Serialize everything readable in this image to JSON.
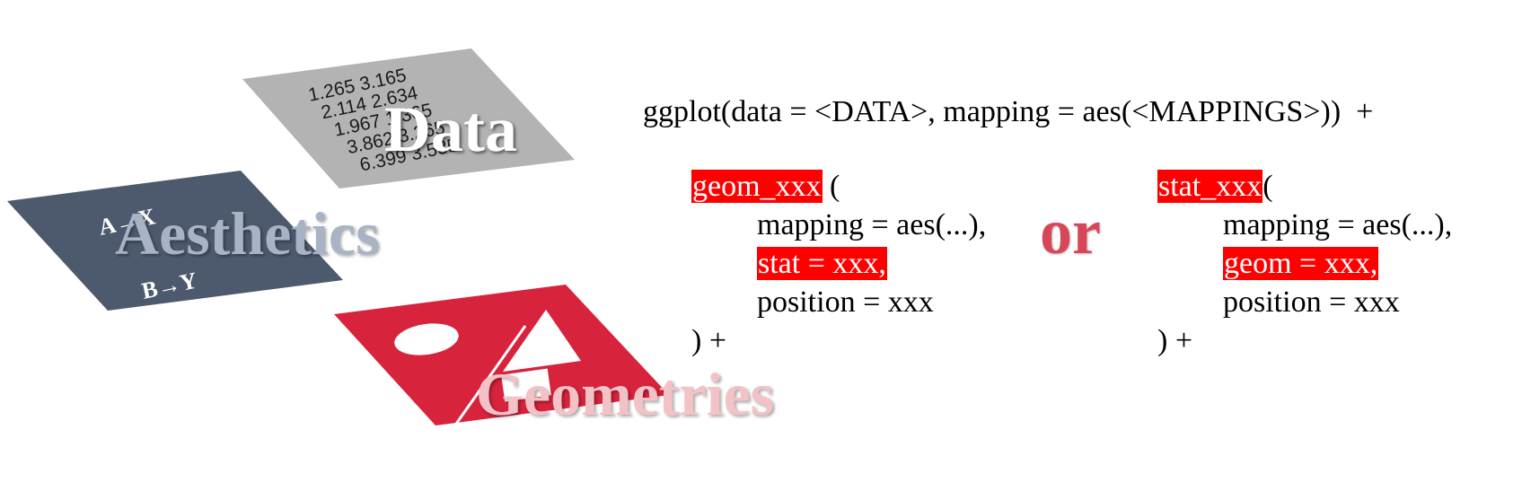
{
  "layers": {
    "data": {
      "label": "Data",
      "numbers": [
        "1.265 3.165",
        "2.114 2.634",
        "1.967 1.365",
        "3.862 3.265",
        "6.399 3.535"
      ]
    },
    "aesthetics": {
      "label": "Aesthetics",
      "mapping_a": "A→X",
      "mapping_b": "B→Y"
    },
    "geometries": {
      "label": "Geometries"
    }
  },
  "code": {
    "header": "ggplot(data = <DATA>, mapping = aes(<MAPPINGS>))  +",
    "left": {
      "fn": "geom_xxx",
      "open": " (",
      "mapping": "mapping = aes(...),",
      "highlight_arg": "stat = xxx,",
      "position": "position = xxx",
      "close": ") +"
    },
    "right": {
      "fn": "stat_xxx",
      "open": "(",
      "mapping": "mapping = aes(...),",
      "highlight_arg": "geom = xxx,",
      "position": "position = xxx",
      "close": ") +"
    },
    "or": "or"
  },
  "colors": {
    "data_layer": "#b3b3b3",
    "aesthetics_layer": "#4d5a6e",
    "geometries_layer": "#d7233c",
    "highlight": "#ff0000",
    "or_text": "#d8465a"
  }
}
